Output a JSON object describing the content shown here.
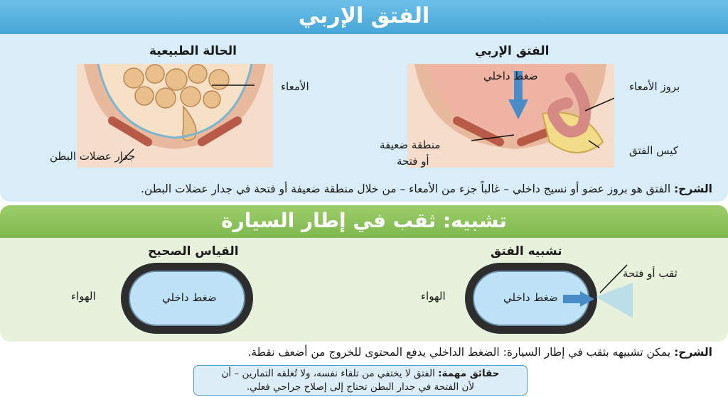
{
  "title": "الفتق الإربي",
  "section1": {
    "normal": {
      "heading": "الحالة الطبيعية",
      "label_intestines": "الأمعاء",
      "label_wall": "جدار عضلات البطن"
    },
    "hernia": {
      "heading": "الفتق الإربي",
      "label_pressure": "ضغط داخلي",
      "label_bulge": "بروز الأمعاء",
      "label_weak_1": "منطقة ضعيفة",
      "label_weak_2": "أو فتحة",
      "label_sac": "كيس الفتق"
    },
    "explanation_bold": "الشرح:",
    "explanation": " الفتق هو بروز عضو أو نسيج داخلي – غالباً جزء من الأمعاء – من خلال منطقة ضعيفة أو فتحة في جدار عضلات البطن."
  },
  "section2": {
    "title": "تشبيه: ثقب في إطار السيارة",
    "correct": {
      "heading": "القياس الصحيح",
      "label_air": "الهواء",
      "label_pressure": "ضغط داخلي"
    },
    "analogy": {
      "heading": "تشبيه الفتق",
      "label_air": "الهواء",
      "label_pressure": "ضغط داخلي",
      "label_hole": "ثقب أو فتحة"
    },
    "explanation_bold": "الشرح:",
    "explanation": " يمكن تشبيهه بثقب في إطار السيارة: الضغط الداخلي يدفع المحتوى للخروج من أضعف نقطة."
  },
  "facts": {
    "bold": "حقائق مهمة:",
    "line1": " الفتق لا يختفي من تلقاء نفسه، ولا تُغلقه التمارين – أن",
    "line2": "لأن الفتحة في جدار البطن تحتاج إلى إصلاح جراحي فعلي."
  },
  "colors": {
    "header_blue": "#47a6d8",
    "header_green": "#7fb84e",
    "arrow_blue": "#4a8cc8"
  }
}
